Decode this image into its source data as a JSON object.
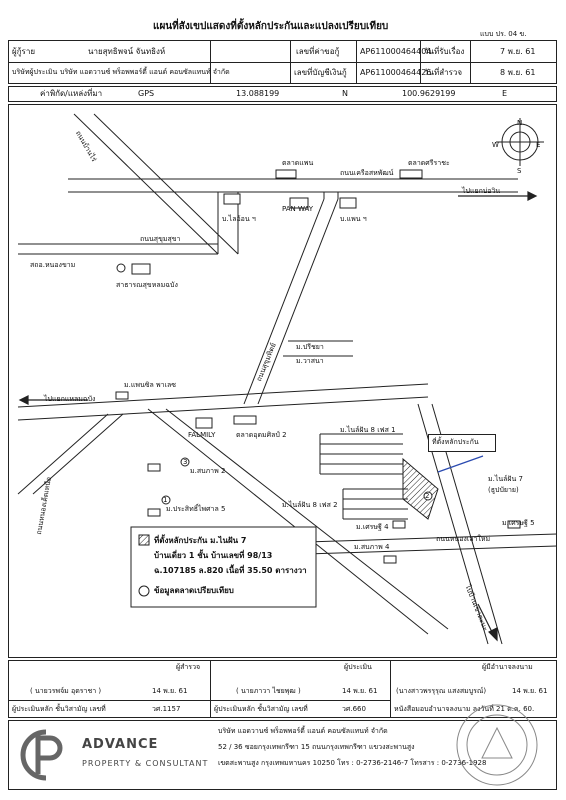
{
  "title": "แผนที่สังเขปแสดงที่ตั้งหลักประกันและแปลงเปรียบเทียบ",
  "form_no": "แบบ ปร. 04 ข.",
  "header": {
    "borrower_label": "ผู้กู้ราย",
    "borrower_name": "นายสุทธิพจน์ จันทธิงห์",
    "loan_no_label": "เลขที่ค่าขอกู้",
    "loan_no": "AP611000464404",
    "receive_date_label": "วันที่รับเรื่อง",
    "receive_date": "7 พ.ย. 61",
    "company_label": "บริษัทผู้ประเมิน",
    "company": "บริษัท แอดวานซ์ พร็อพพอร์ตี้ แอนด์ คอนซัลแทนท์ จำกัด",
    "account_no_label": "เลขที่บัญชีเงินกู้",
    "account_no": "AP611000464426",
    "survey_date_label": "วันที่สำรวจ",
    "survey_date": "8 พ.ย. 61",
    "coord_label": "ค่าพิกัด/แหล่งที่มา",
    "coord_source": "GPS",
    "lat": "13.088199",
    "lat_dir": "N",
    "lon": "100.9629199",
    "lon_dir": "E"
  },
  "map": {
    "compass": {
      "n": "N",
      "s": "S",
      "e": "E",
      "w": "W"
    },
    "labels": {
      "road_top_left": "ถนนบ้านไร่",
      "market_phan": "ตลาดแพน",
      "market_sri": "ตลาดศรีราชะ",
      "road_sakhan": "ถนนเครือสหพัฒน์",
      "to_bang": "ไปแยกบ่อวิน",
      "b_lon": "บ.ไลอ้อน ฯ",
      "panway": "PAN WAY",
      "b_khem": "บ.แพน ฯ",
      "road_sukha": "ถนนสุขุมสุขา",
      "sukhan": "สถอ.หนองขาม",
      "hospital": "สาธารณสุขหลมฉบัง",
      "road_thepchit": "ถนนสุขุมทิตย์",
      "m_pri": "ม.ปรีชยา",
      "m_wasa": "ม.วาสนา",
      "m_phaesat": "ม.แพนซิล พาเลซ",
      "to_laem": "ไปแยกแหลมฉบัง",
      "family": "FALMILY",
      "market_khu": "ตลาดอุดมศิลป์ 2",
      "mban8a": "ม.ไนล์ฝัน 8 เฟส 1",
      "loc_collateral": "ที่ตั้งหลักประกัน",
      "m_sapaw": "ม.สบภาพ 2",
      "road_nong": "ถนนหนองเค็ดเหนือ",
      "m_prasit": "ม.ประสิทธิ์ไพศาล 5",
      "mban8b": "ม.ไนล์ฝัน 8 เฟส 2",
      "m_nai7": "ม.ไนล์ฝัน 7",
      "m_nai7b": "(ธูปบัยาย)",
      "m_saen": "ม.เศรษฐี 4",
      "m_saen5": "ม.เศรษฐี 5",
      "road_nongsuan": "ถนนหนองเลาใหม่",
      "m_sapaw4": "ม.สบภาพ 4",
      "to_chon": "ไปบ้านเขาตะนะ",
      "n1": "1",
      "n2": "2",
      "n3": "3"
    },
    "legend": {
      "line1": "ที่ตั้งหลักประกัน  ม.ไนฝัน 7",
      "line2": "บ้านเดี่ยว 1 ชั้น  บ้านเลขที่ 98/13",
      "line3": "ฉ.107185 ล.820  เนื้อที่ 35.50 ตารางวา",
      "line4": "ข้อมูลตลาดเปรียบเทียบ"
    }
  },
  "signatures": {
    "col1_role": "ผู้สำรวจ",
    "col1_name": "( นายวรพจ์ม อุดราชา )",
    "col1_date": "14 พ.ย. 61",
    "col1_lic_label": "ผู้ประเมินหลัก ชั้นวิสามัญ เลขที่",
    "col1_lic": "วศ.1157",
    "col2_role": "ผู้ประเมิน",
    "col2_name": "( นายภาวา ไชยพุฒ )",
    "col2_date": "14 พ.ย. 61",
    "col2_lic_label": "ผู้ประเมินหลัก ชั้นวิสามัญ เลขที่",
    "col2_lic": "วศ.660",
    "col3_role": "ผู้มีอำนาจลงนาม",
    "col3_name": "(นางสาวพรรุรุณ แสงสมบูรณ์)",
    "col3_date": "14 พ.ย. 61",
    "col3_cert": "หนังสือมอบอำนาจลงนาม ลงวันที่ 21 ต.ค. 60."
  },
  "footer": {
    "logo_text": "ADVANCE",
    "logo_sub": "PROPERTY & CONSULTANT",
    "company": "บริษัท แอดวานซ์ พร็อพพอร์ตี้ แอนด์ คอนซัลแทนท์ จำกัด",
    "address": "52 / 36 ซอยกรุงเทพกรีฑา 15 ถนนกรุงเทพกรีฑา แขวงสะพานสูง",
    "address2": "เขตสะพานสูง กรุงเทพมหานคร 10250  โทร : 0-2736-2146-7  โทรสาร : 0-2736-1928"
  }
}
